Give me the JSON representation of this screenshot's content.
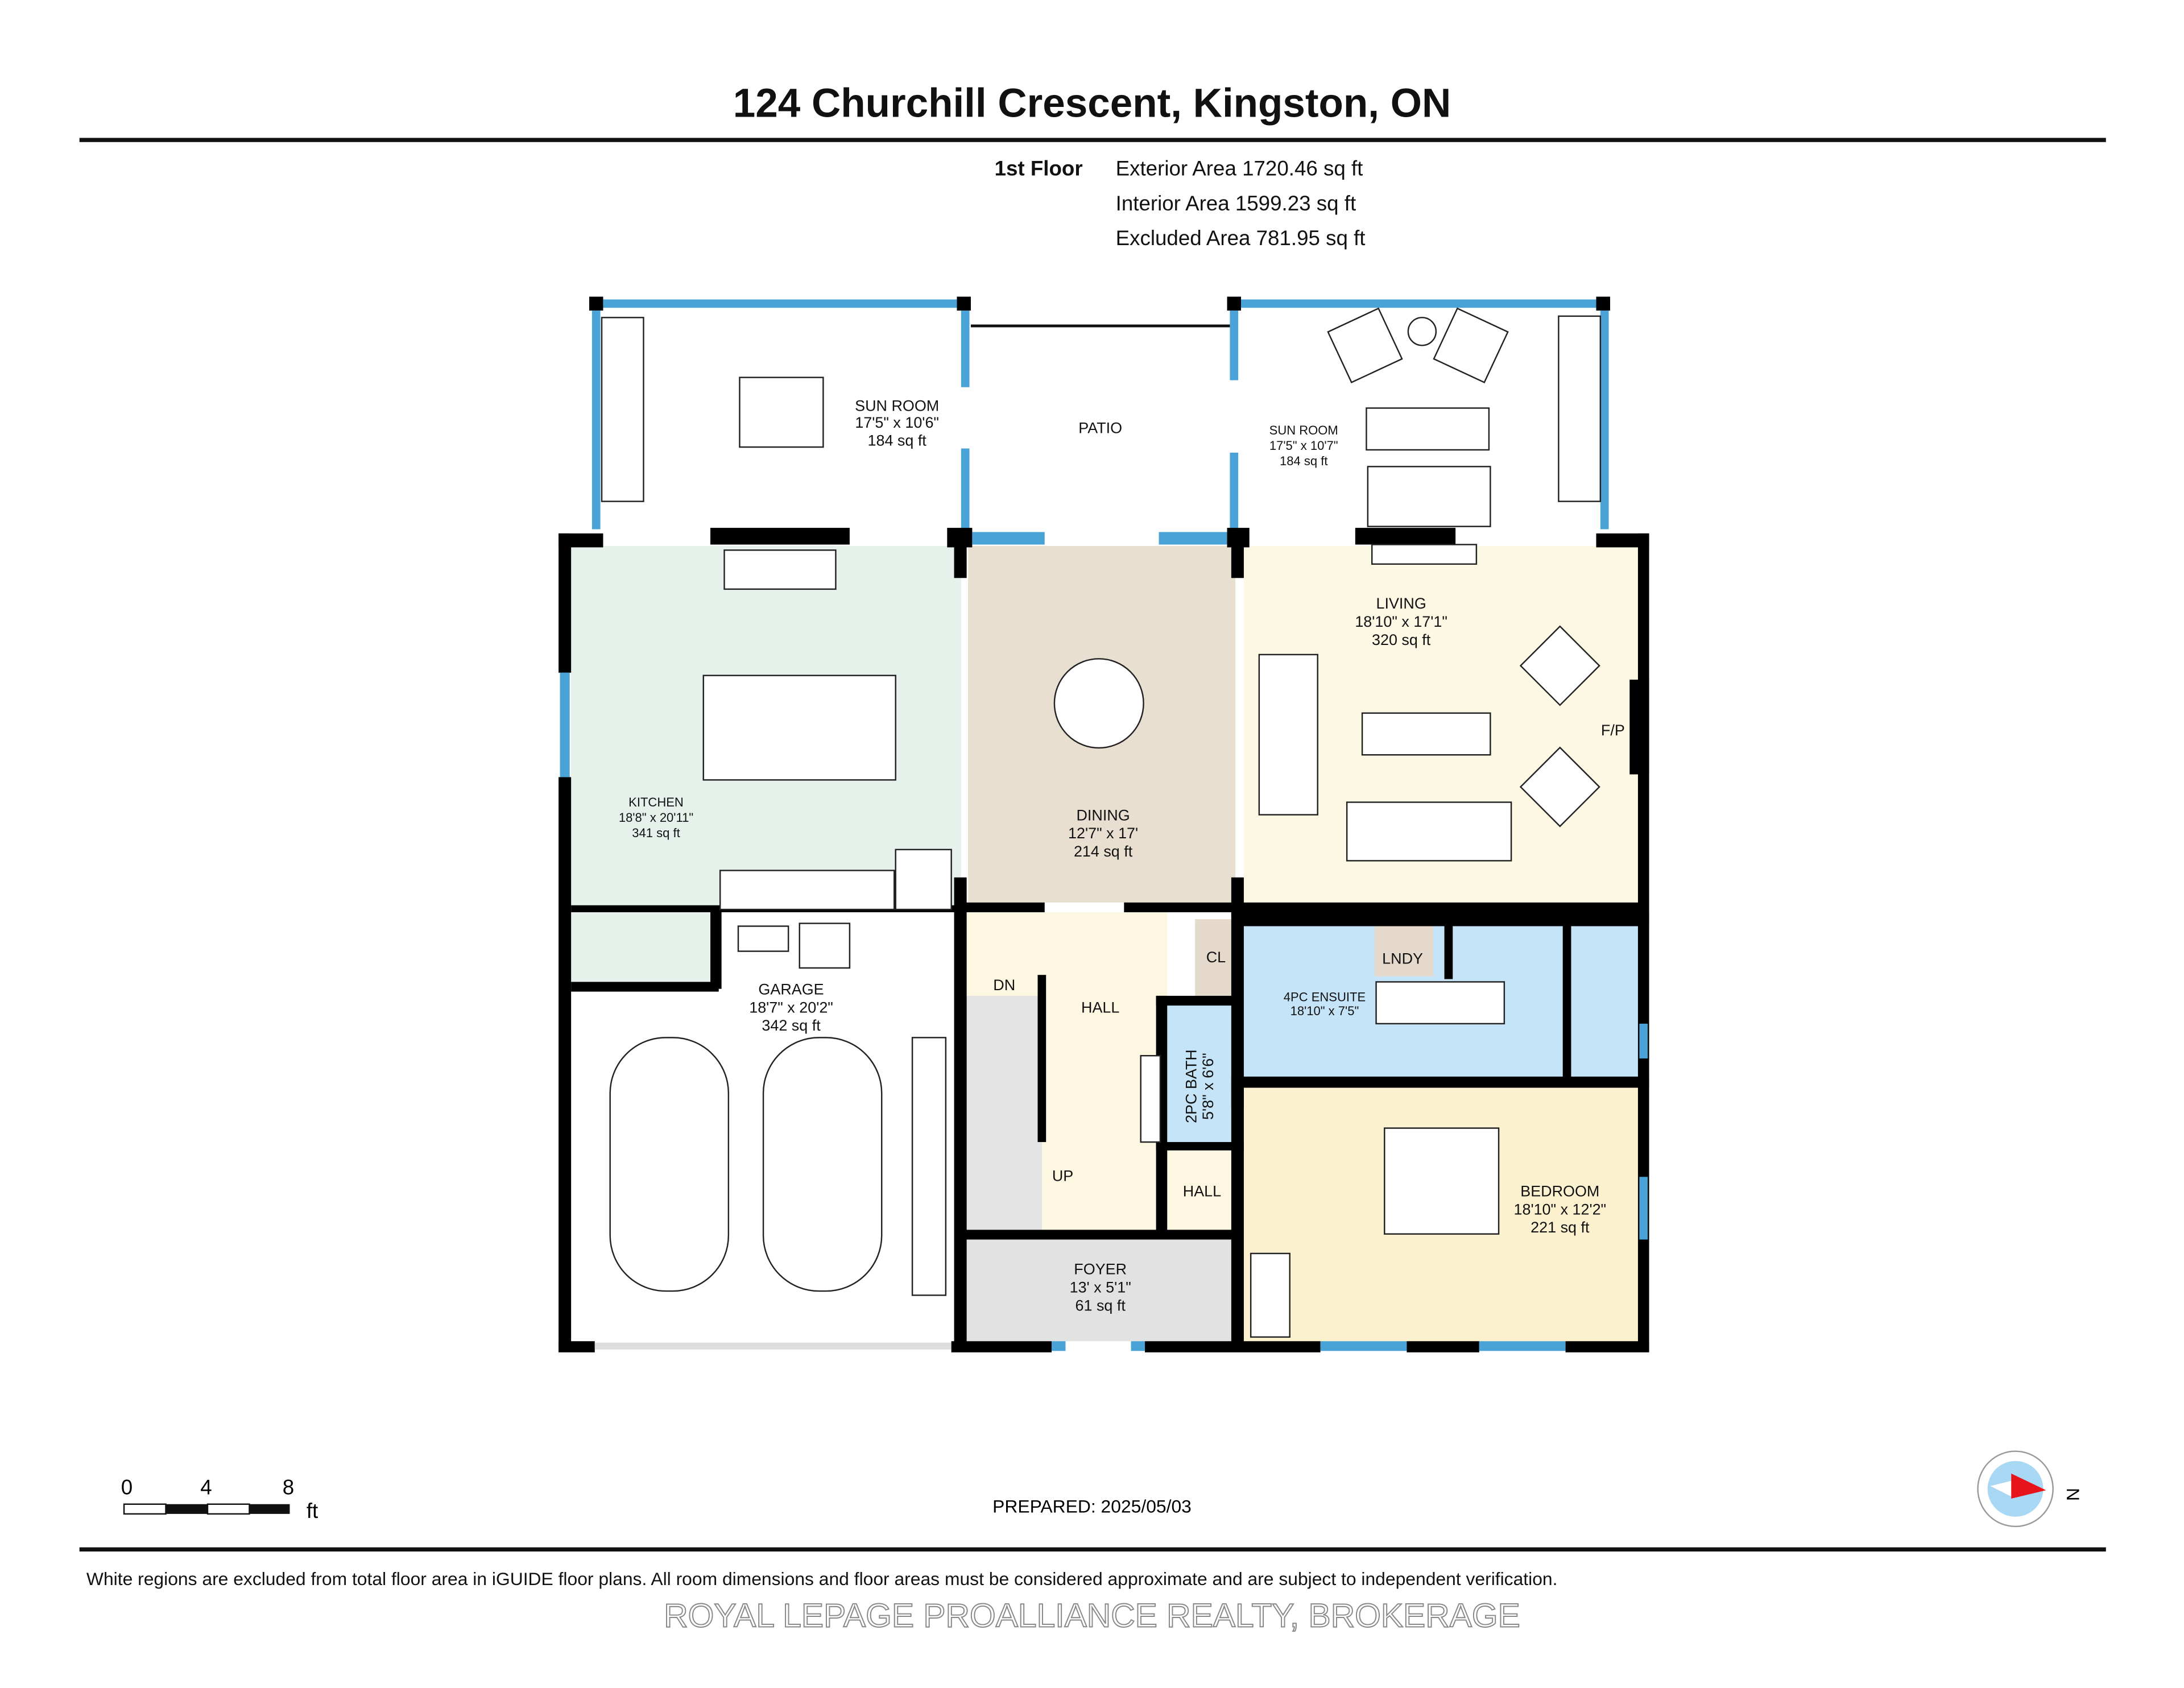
{
  "header": {
    "title": "124 Churchill Crescent, Kingston, ON",
    "floor_label": "1st Floor",
    "exterior_area": "Exterior Area 1720.46 sq ft",
    "interior_area": "Interior Area 1599.23 sq ft",
    "excluded_area": "Excluded Area 781.95 sq ft"
  },
  "rooms": {
    "sunroom_left": {
      "name": "SUN ROOM",
      "dims": "17'5\" x 10'6\"",
      "area": "184 sq ft"
    },
    "patio": {
      "name": "PATIO"
    },
    "sunroom_right": {
      "name": "SUN ROOM",
      "dims": "17'5\" x 10'7\"",
      "area": "184 sq ft"
    },
    "kitchen": {
      "name": "KITCHEN",
      "dims": "18'8\" x 20'11\"",
      "area": "341 sq ft"
    },
    "dining": {
      "name": "DINING",
      "dims": "12'7\" x 17'",
      "area": "214 sq ft"
    },
    "living": {
      "name": "LIVING",
      "dims": "18'10\" x 17'1\"",
      "area": "320 sq ft",
      "fireplace": "F/P"
    },
    "garage": {
      "name": "GARAGE",
      "dims": "18'7\" x 20'2\"",
      "area": "342 sq ft"
    },
    "hall": {
      "name": "HALL"
    },
    "closet": {
      "name": "CL"
    },
    "laundry": {
      "name": "LNDY"
    },
    "ensuite": {
      "name": "4PC ENSUITE",
      "dims": "18'10\" x 7'5\""
    },
    "bath": {
      "name": "2PC BATH",
      "dims": "5'8\" x 6'6\""
    },
    "hall_small": {
      "name": "HALL"
    },
    "bedroom": {
      "name": "BEDROOM",
      "dims": "18'10\" x 12'2\"",
      "area": "221 sq ft"
    },
    "foyer": {
      "name": "FOYER",
      "dims": "13' x 5'1\"",
      "area": "61 sq ft"
    },
    "stairs_down": "DN",
    "stairs_up": "UP"
  },
  "colors": {
    "kitchen": "#e5f1ea",
    "dining": "#e8dfd0",
    "living": "#fcf8e4",
    "hall": "#fdf6e0",
    "bedroom": "#fcf1cf",
    "bath": "#c5e4f7",
    "foyer": "#e2e2e2",
    "closet": "#e4d9cb",
    "window": "#4aa3d6",
    "compass_needle": "#e8141c",
    "compass_face": "#a8d8f4"
  },
  "scale": {
    "ticks": [
      "0",
      "4",
      "8"
    ],
    "unit": "ft"
  },
  "prepared": "PREPARED: 2025/05/03",
  "compass": {
    "label": "N"
  },
  "disclaimer": "White regions are excluded from total floor area in iGUIDE floor plans. All room dimensions and floor areas must be considered approximate and are subject to independent verification.",
  "watermark": "ROYAL LEPAGE PROALLIANCE REALTY, BROKERAGE"
}
